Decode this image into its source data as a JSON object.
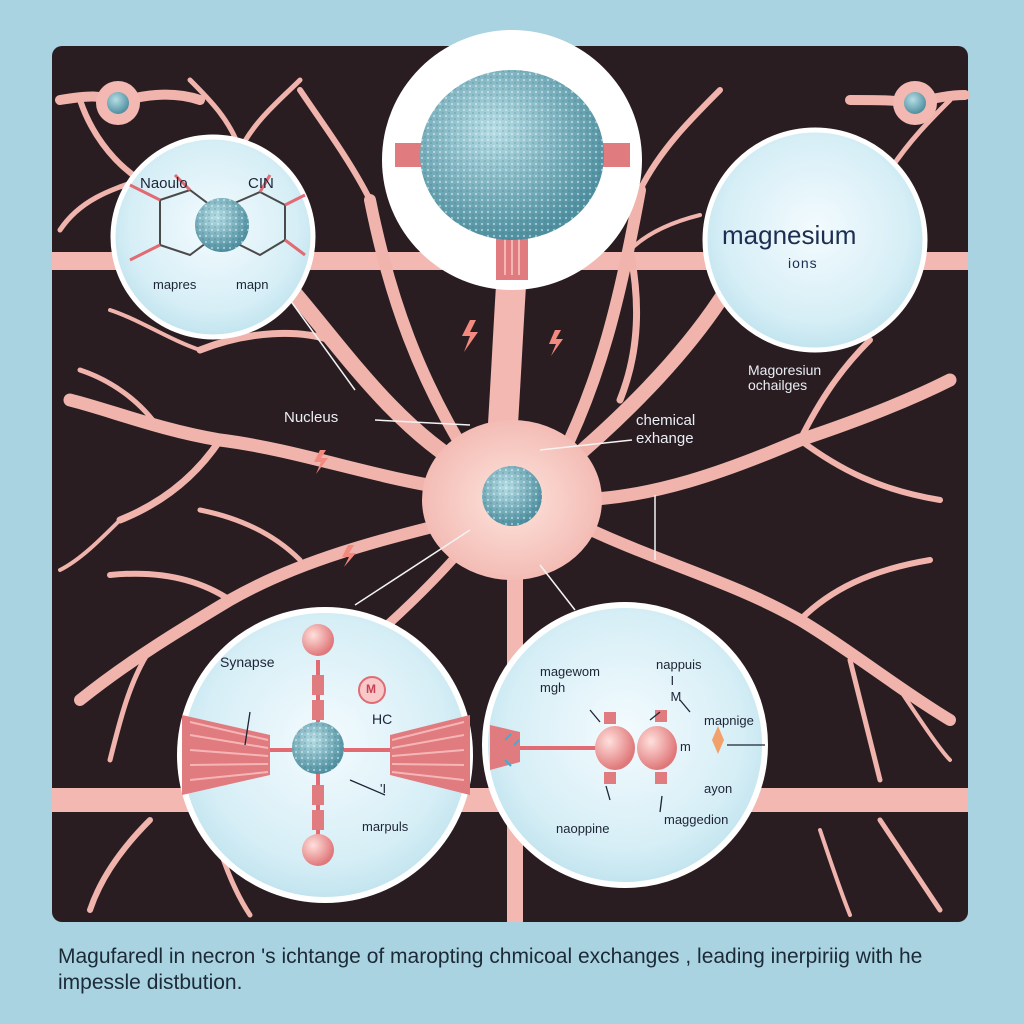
{
  "labels": {
    "molecule_top_left": "Naoulo",
    "molecule_top_right": "CIN",
    "molecule_bottom_left": "mapres",
    "molecule_bottom_right": "mapn",
    "magnesium_title": "magnesium",
    "magnesium_subtitle": "ions",
    "magnesium_exchanges": "Magoresiun\nochailges",
    "nucleus": "Nucleus",
    "chemical_exchange": "chemical\nexhange",
    "synapse": "Synapse",
    "hc": "HC",
    "m_badge": "M",
    "bracket_mark": "'I",
    "marpus": "marpuls",
    "magneworn": "magewom\nmgh",
    "nappuis": "nappuis\n    I\n    M",
    "mapnige": "mapnige",
    "m_small": "m",
    "ayon": "ayon",
    "naoppine": "naoppine",
    "maggedon": "maggedion"
  },
  "caption": "Magufaredl in necron 's ichtange of maropting chmicoal exchanges , leading inerpiriig with he impessle distbution.",
  "colors": {
    "background": "#a9d3e0",
    "panel": "#2a1d22",
    "neuron": "#f2b8b1",
    "nucleus": "#6aa8b6",
    "inset": "#dff1f7"
  }
}
